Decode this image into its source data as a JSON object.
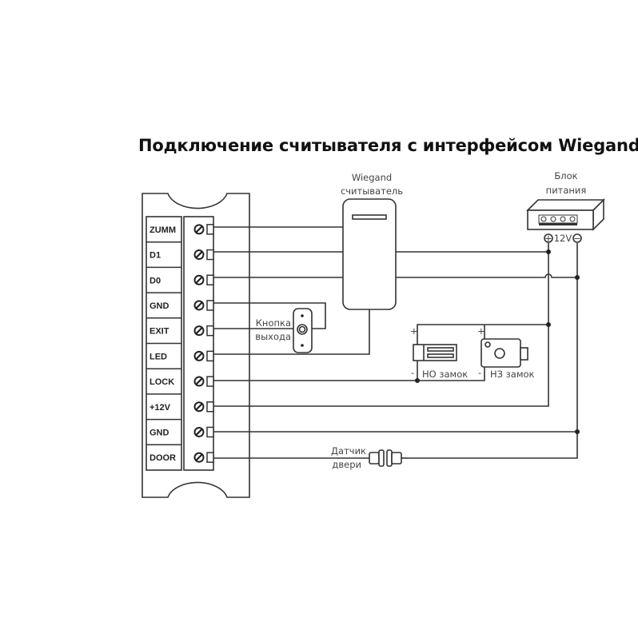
{
  "title": "Подключение считывателя с интерфейсом Wiegand",
  "controller": {
    "terminals": [
      "ZUMM",
      "D1",
      "D0",
      "GND",
      "EXIT",
      "LED",
      "LOCK",
      "+12V",
      "GND",
      "DOOR"
    ]
  },
  "reader": {
    "line1": "Wiegand",
    "line2": "считыватель"
  },
  "power_supply": {
    "line1": "Блок",
    "line2": "питания",
    "voltage": "12V",
    "plus": "+",
    "minus": "−"
  },
  "exit_button": {
    "line1": "Кнопка",
    "line2": "выхода"
  },
  "door_sensor": {
    "line1": "Датчик",
    "line2": "двери"
  },
  "locks": {
    "no_lock": {
      "label": "НО замок",
      "plus": "+",
      "minus": "-"
    },
    "nc_lock": {
      "label": "НЗ замок",
      "plus": "+",
      "minus": "-"
    }
  }
}
